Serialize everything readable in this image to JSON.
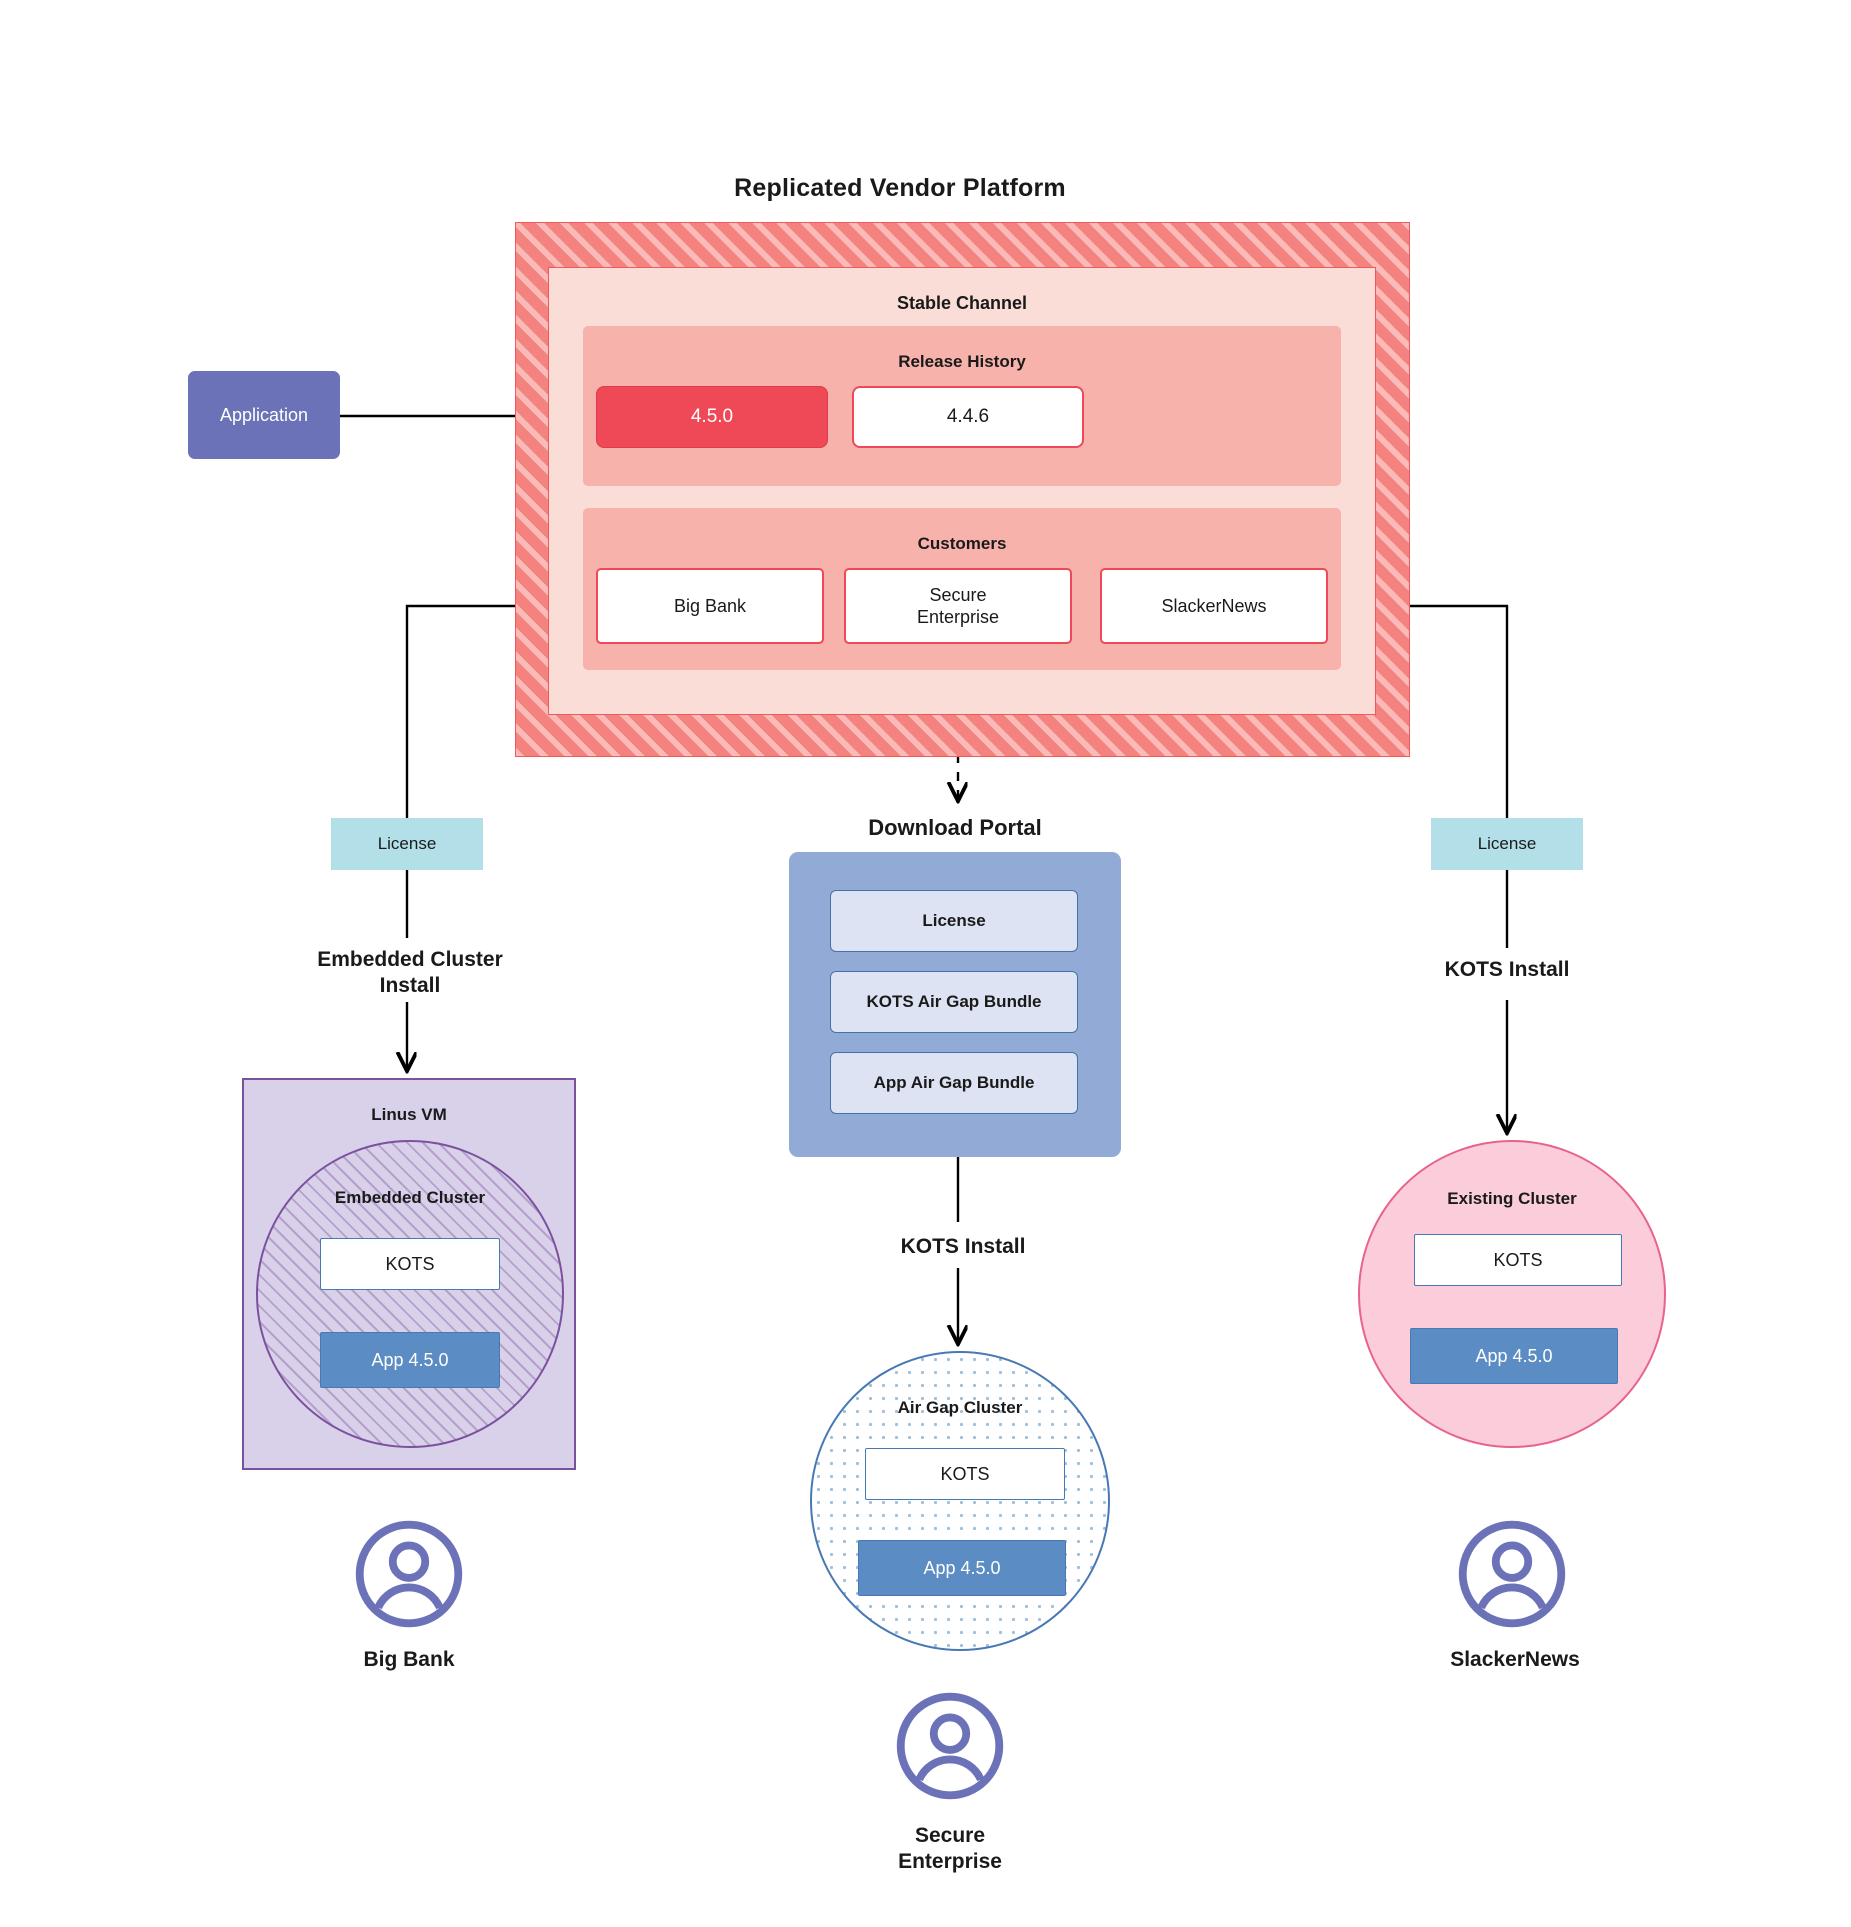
{
  "platform": {
    "title": "Replicated Vendor Platform",
    "channel": {
      "title": "Stable Channel"
    },
    "release_history": {
      "title": "Release History",
      "releases": [
        {
          "version": "4.5.0",
          "state": "current"
        },
        {
          "version": "4.4.6",
          "state": "previous"
        }
      ]
    },
    "customers": {
      "title": "Customers",
      "items": [
        {
          "name": "Big Bank"
        },
        {
          "name": "Secure\nEnterprise"
        },
        {
          "name": "SlackerNews"
        }
      ]
    }
  },
  "source": {
    "application_label": "Application"
  },
  "licenses": {
    "left_label": "License",
    "right_label": "License"
  },
  "flow_labels": {
    "embedded_cluster_install": "Embedded Cluster\nInstall",
    "kots_install_right": "KOTS Install",
    "kots_install_middle": "KOTS Install"
  },
  "download_portal": {
    "title": "Download  Portal",
    "items": [
      {
        "label": "License"
      },
      {
        "label": "KOTS Air Gap Bundle"
      },
      {
        "label": "App Air Gap Bundle"
      }
    ]
  },
  "environments": {
    "left": {
      "host_label": "Linus VM",
      "cluster_label": "Embedded Cluster",
      "kots_label": "KOTS",
      "app_label": "App 4.5.0"
    },
    "middle": {
      "cluster_label": "Air Gap Cluster",
      "kots_label": "KOTS",
      "app_label": "App 4.5.0"
    },
    "right": {
      "cluster_label": "Existing Cluster",
      "kots_label": "KOTS",
      "app_label": "App 4.5.0"
    }
  },
  "customer_endpoints": [
    {
      "name": "Big Bank",
      "icon": "user-avatar-icon"
    },
    {
      "name": "Secure\nEnterprise",
      "icon": "user-avatar-icon"
    },
    {
      "name": "SlackerNews",
      "icon": "user-avatar-icon"
    }
  ],
  "colors": {
    "platform_hatch": "#F4827E",
    "channel_bg": "#FBDDD8",
    "band_bg": "#F8B2AC",
    "release_current": "#EF4957",
    "accent_red": "#EF4957",
    "application_purple": "#6B72B8",
    "license_teal": "#B3E0E8",
    "portal_blue": "#92AAD6",
    "portal_item_blue": "#DDE3F3",
    "vm_purple": "#D9D0EA",
    "vm_border_purple": "#7B519D",
    "existing_cluster_pink": "#FBCCD9",
    "existing_cluster_border": "#E8638C",
    "kots_border_blue": "#4879B4",
    "app_box_blue": "#5B8CC4",
    "avatar_purple": "#6B72B8"
  }
}
